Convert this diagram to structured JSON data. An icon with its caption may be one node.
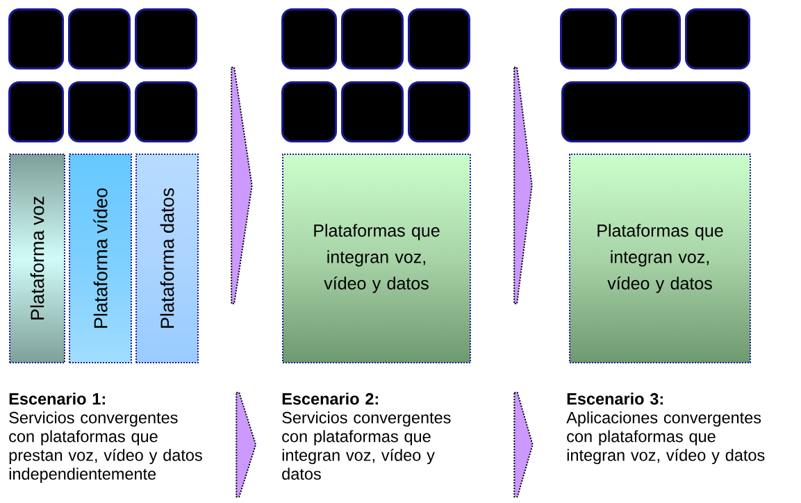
{
  "diagram": {
    "nodes": [
      {
        "text": [],
        "shape": "box"
      },
      {
        "text": [],
        "shape": "box"
      },
      {
        "text": [],
        "shape": "box"
      },
      {
        "text": [],
        "shape": "box"
      },
      {
        "text": [],
        "shape": "box"
      },
      {
        "text": [],
        "shape": "box"
      },
      {
        "text": [
          "Plataforma voz"
        ]
      },
      {
        "text": [
          "Plataforma vídeo"
        ]
      },
      {
        "text": [
          "Plataforma datos"
        ]
      },
      {
        "text": [],
        "shape": "box"
      },
      {
        "text": [],
        "shape": "box"
      },
      {
        "text": [],
        "shape": "box"
      },
      {
        "text": [],
        "shape": "box"
      },
      {
        "text": [],
        "shape": "box"
      },
      {
        "text": [],
        "shape": "box"
      },
      {
        "text": [
          "Plataformas que integran voz, vídeo y datos"
        ]
      },
      {
        "text": [],
        "shape": "box"
      },
      {
        "text": [],
        "shape": "box"
      },
      {
        "text": [],
        "shape": "box"
      },
      {
        "text": [],
        "shape": "box"
      },
      {
        "text": [
          "Plataformas que integran voz, vídeo y datos"
        ]
      },
      {
        "text": [
          "Escenario 1:",
          "Servicios convergentes con plataformas que prestan voz, vídeo y datos independientemente"
        ]
      },
      {
        "text": [
          "Escenario 2:",
          "Servicios convergentes con plataformas que integran voz, vídeo y datos"
        ]
      },
      {
        "text": [
          "Escenario 3:",
          "Aplicaciones convergentes con plataformas que integran voz, vídeo y datos"
        ]
      }
    ],
    "edges": [
      {
        "from": 8,
        "to": 15,
        "arrow": "to"
      },
      {
        "from": 15,
        "to": 20,
        "arrow": "to"
      },
      {
        "from": 21,
        "to": 22,
        "arrow": "to"
      },
      {
        "from": 22,
        "to": 23,
        "arrow": "to"
      }
    ]
  }
}
